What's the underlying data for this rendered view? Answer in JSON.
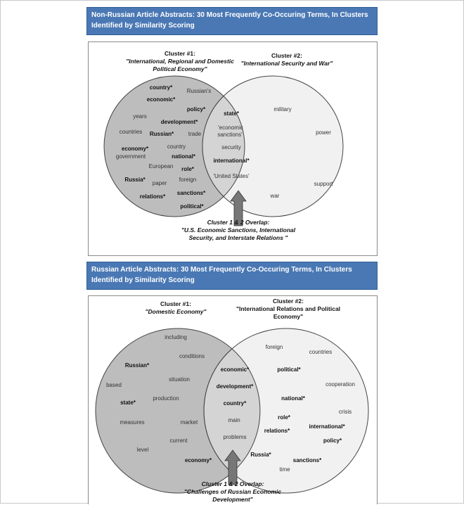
{
  "panel1": {
    "header_line1": "Non-Russian Article Abstracts:  30 Most Frequently Co-Occuring Terms, In Clusters",
    "header_line2": "Identified by Similarity Scoring",
    "cluster1": {
      "title": "Cluster #1:",
      "subtitle_line1": "\"International, Regional and Domestic",
      "subtitle_line2": "Political Economy\"",
      "terms": [
        {
          "text": "country*",
          "bold": true
        },
        {
          "text": "Russian's",
          "bold": false
        },
        {
          "text": "economic*",
          "bold": true
        },
        {
          "text": "policy*",
          "bold": true
        },
        {
          "text": "years",
          "bold": false
        },
        {
          "text": "development*",
          "bold": true
        },
        {
          "text": "countries",
          "bold": false
        },
        {
          "text": "Russian*",
          "bold": true
        },
        {
          "text": "trade",
          "bold": false
        },
        {
          "text": "country",
          "bold": false
        },
        {
          "text": "economy*",
          "bold": true
        },
        {
          "text": "government",
          "bold": false
        },
        {
          "text": "national*",
          "bold": true
        },
        {
          "text": "European",
          "bold": false
        },
        {
          "text": "role*",
          "bold": true
        },
        {
          "text": "Russia*",
          "bold": true
        },
        {
          "text": "paper",
          "bold": false
        },
        {
          "text": "foreign",
          "bold": false
        },
        {
          "text": "sanctions*",
          "bold": true
        },
        {
          "text": "relations*",
          "bold": true
        },
        {
          "text": "political*",
          "bold": true
        }
      ]
    },
    "cluster2": {
      "title": "Cluster #2:",
      "subtitle_line1": "\"International Security and War\"",
      "terms": [
        {
          "text": "military",
          "bold": false
        },
        {
          "text": "power",
          "bold": false
        },
        {
          "text": "support",
          "bold": false
        },
        {
          "text": "war",
          "bold": false
        }
      ]
    },
    "overlap": {
      "terms": [
        {
          "text": "state*",
          "bold": true
        },
        {
          "text": "'economic",
          "bold": false
        },
        {
          "text": "sanctions'",
          "bold": false
        },
        {
          "text": "security",
          "bold": false
        },
        {
          "text": "international*",
          "bold": true
        },
        {
          "text": "'United States'",
          "bold": false
        }
      ],
      "label_line1": "Cluster 1 & 2 Overlap:",
      "label_line2": "\"U.S. Economic Sanctions, International",
      "label_line3": "Security, and Interstate Relations \""
    }
  },
  "panel2": {
    "header_line1": "Russian Article Abstracts:  30 Most Frequently Co-Occuring Terms, In Clusters",
    "header_line2": "Identified by Similarity Scoring",
    "cluster1": {
      "title": "Cluster #1:",
      "subtitle_line1": "\"Domestic Economy\"",
      "terms": [
        {
          "text": "including",
          "bold": false
        },
        {
          "text": "conditions",
          "bold": false
        },
        {
          "text": "Russian*",
          "bold": true
        },
        {
          "text": "situation",
          "bold": false
        },
        {
          "text": "based",
          "bold": false
        },
        {
          "text": "production",
          "bold": false
        },
        {
          "text": "state*",
          "bold": true
        },
        {
          "text": "measures",
          "bold": false
        },
        {
          "text": "market",
          "bold": false
        },
        {
          "text": "current",
          "bold": false
        },
        {
          "text": "level",
          "bold": false
        },
        {
          "text": "economy*",
          "bold": true
        }
      ]
    },
    "cluster2": {
      "title": "Cluster #2:",
      "subtitle_line1": "\"International Relations and Political",
      "subtitle_line2": "Economy\"",
      "terms": [
        {
          "text": "foreign",
          "bold": false
        },
        {
          "text": "countries",
          "bold": false
        },
        {
          "text": "political*",
          "bold": true
        },
        {
          "text": "cooperation",
          "bold": false
        },
        {
          "text": "national*",
          "bold": true
        },
        {
          "text": "crisis",
          "bold": false
        },
        {
          "text": "role*",
          "bold": true
        },
        {
          "text": "international*",
          "bold": true
        },
        {
          "text": "relations*",
          "bold": true
        },
        {
          "text": "policy*",
          "bold": true
        },
        {
          "text": "Russia*",
          "bold": true
        },
        {
          "text": "sanctions*",
          "bold": true
        },
        {
          "text": "time",
          "bold": false
        }
      ]
    },
    "overlap": {
      "terms": [
        {
          "text": "economic*",
          "bold": true
        },
        {
          "text": "development*",
          "bold": true
        },
        {
          "text": "country*",
          "bold": true
        },
        {
          "text": "main",
          "bold": false
        },
        {
          "text": "problems",
          "bold": false
        }
      ],
      "label_line1": "Cluster 1 & 2 Overlap:",
      "label_line2": "\"Challenges of Russian Economic",
      "label_line3": "Development\""
    }
  },
  "colors": {
    "header_bg": "#4a78b4",
    "circle_left_fill": "#bdbdbd",
    "circle_right_fill": "#f1f1f1",
    "overlap_fill": "#d4d4d4",
    "arrow_fill": "#777777"
  }
}
